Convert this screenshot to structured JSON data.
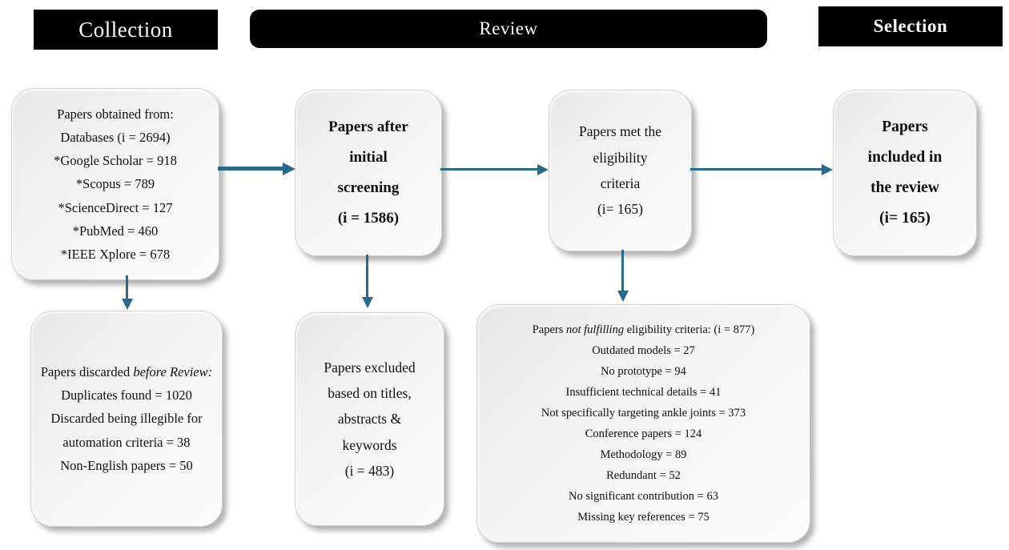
{
  "theme": {
    "arrow_color": "#276a8c",
    "header_bg": "#000000",
    "header_text": "#ffffff",
    "box_fill": "#f1f1f1"
  },
  "headers": {
    "collection": "Collection",
    "review": "Review",
    "selection": "Selection"
  },
  "boxes": {
    "obtained": {
      "lines": [
        "Papers obtained from:",
        "Databases (i = 2694)",
        "*Google Scholar = 918",
        "*Scopus = 789",
        "*ScienceDirect = 127",
        "*PubMed = 460",
        "*IEEE Xplore = 678"
      ]
    },
    "after_screening": {
      "lines": [
        "Papers after",
        "initial",
        "screening",
        "(i = 1586)"
      ]
    },
    "eligibility": {
      "lines": [
        "Papers met the",
        "eligibility",
        "criteria",
        "(i= 165)"
      ]
    },
    "included": {
      "lines": [
        "Papers",
        "included in",
        "the review",
        "(i= 165)"
      ]
    },
    "discarded": {
      "title_prefix": "Papers discarded ",
      "title_italic": "before Review:",
      "items": [
        "Duplicates found = 1020",
        "Discarded being illegible for automation criteria =  38",
        "Non-English papers =  50"
      ]
    },
    "excluded": {
      "lines": [
        "Papers excluded",
        "based on titles,",
        "abstracts &",
        "keywords",
        "(i = 483)"
      ]
    },
    "not_fulfilling": {
      "title_prefix": "Papers  ",
      "title_italic": "not fulfilling",
      "title_suffix": " eligibility criteria:  (i = 877)",
      "items": [
        "Outdated models  =  27",
        "No prototype = 94",
        "Insufficient technical details = 41",
        "Not specifically targeting ankle joints =  373",
        "Conference papers  = 124",
        "Methodology = 89",
        "Redundant =  52",
        "No significant contribution =  63",
        "Missing key references = 75"
      ]
    }
  }
}
